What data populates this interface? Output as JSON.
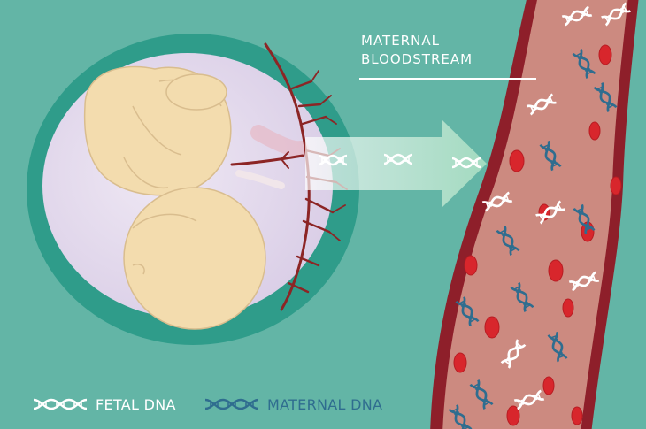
{
  "callout": {
    "line1": "MATERNAL",
    "line2": "BLOODSTREAM"
  },
  "legend": {
    "fetal_label": "FETAL DNA",
    "maternal_label": "MATERNAL DNA"
  },
  "colors": {
    "background": "#63b5a6",
    "uterus_wall": "#2f9c8a",
    "amniotic_sac": "#e6dcef",
    "fetus_skin": "#f3dcae",
    "placenta_vessels": "#8c2525",
    "vessel_wall": "#8e1f2a",
    "blood_plasma": "#cc8a80",
    "red_blood_cell": "#d8262c",
    "fetal_dna": "#ffffff",
    "maternal_dna": "#2f6d8f",
    "transfer_arrow": "#c8ecd0"
  },
  "icons": {
    "fetal_dna": "dna-helix-white",
    "maternal_dna": "dna-helix-blue"
  }
}
